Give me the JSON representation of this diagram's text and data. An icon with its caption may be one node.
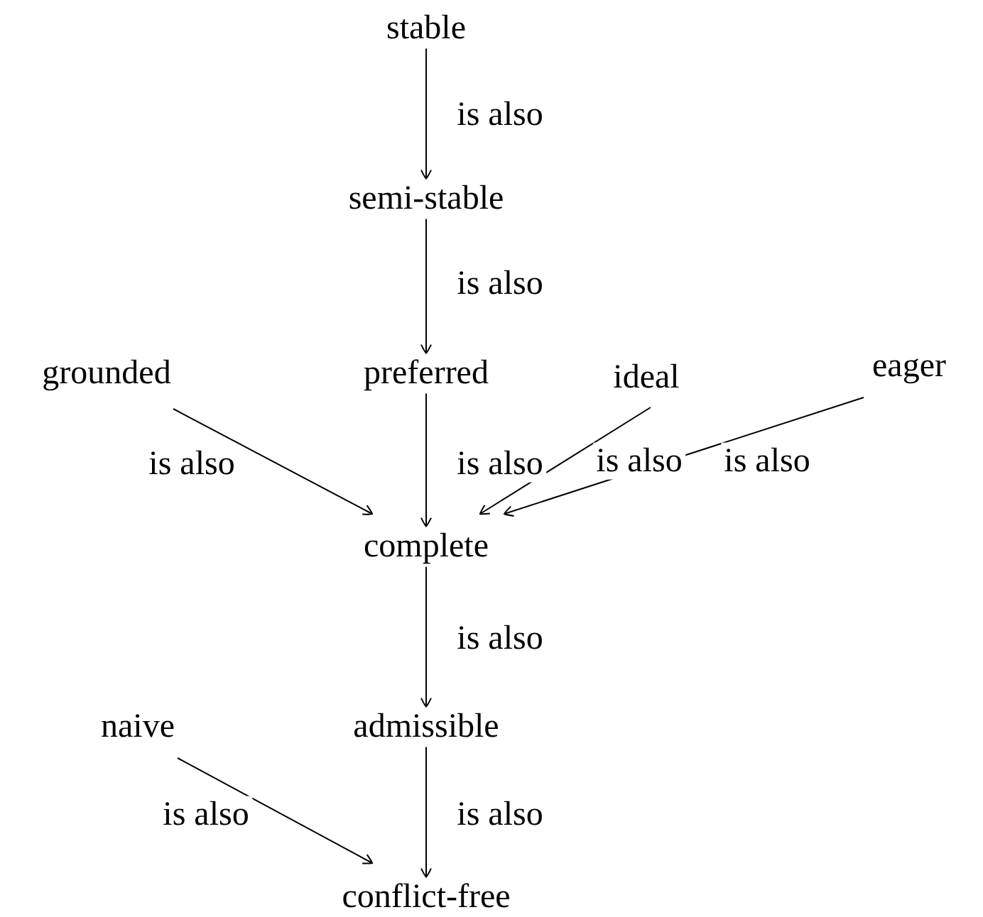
{
  "diagram": {
    "nodes": [
      {
        "text": [
          "stable"
        ]
      },
      {
        "text": [
          "semi-stable"
        ]
      },
      {
        "text": [
          "grounded"
        ]
      },
      {
        "text": [
          "preferred"
        ]
      },
      {
        "text": [
          "ideal"
        ]
      },
      {
        "text": [
          "eager"
        ]
      },
      {
        "text": [
          "complete"
        ]
      },
      {
        "text": [
          "naive"
        ]
      },
      {
        "text": [
          "admissible"
        ]
      },
      {
        "text": [
          "conflict-free"
        ]
      }
    ],
    "edges": [
      {
        "from": 0,
        "to": 1,
        "arrow": "to",
        "label": "is also"
      },
      {
        "from": 1,
        "to": 3,
        "arrow": "to",
        "label": "is also"
      },
      {
        "from": 2,
        "to": 6,
        "arrow": "to",
        "label": "is also"
      },
      {
        "from": 3,
        "to": 6,
        "arrow": "to",
        "label": "is also"
      },
      {
        "from": 4,
        "to": 6,
        "arrow": "to",
        "label": "is also"
      },
      {
        "from": 5,
        "to": 6,
        "arrow": "to",
        "label": "is also"
      },
      {
        "from": 6,
        "to": 8,
        "arrow": "to",
        "label": "is also"
      },
      {
        "from": 7,
        "to": 9,
        "arrow": "to",
        "label": "is also"
      },
      {
        "from": 8,
        "to": 9,
        "arrow": "to",
        "label": "is also"
      }
    ]
  }
}
